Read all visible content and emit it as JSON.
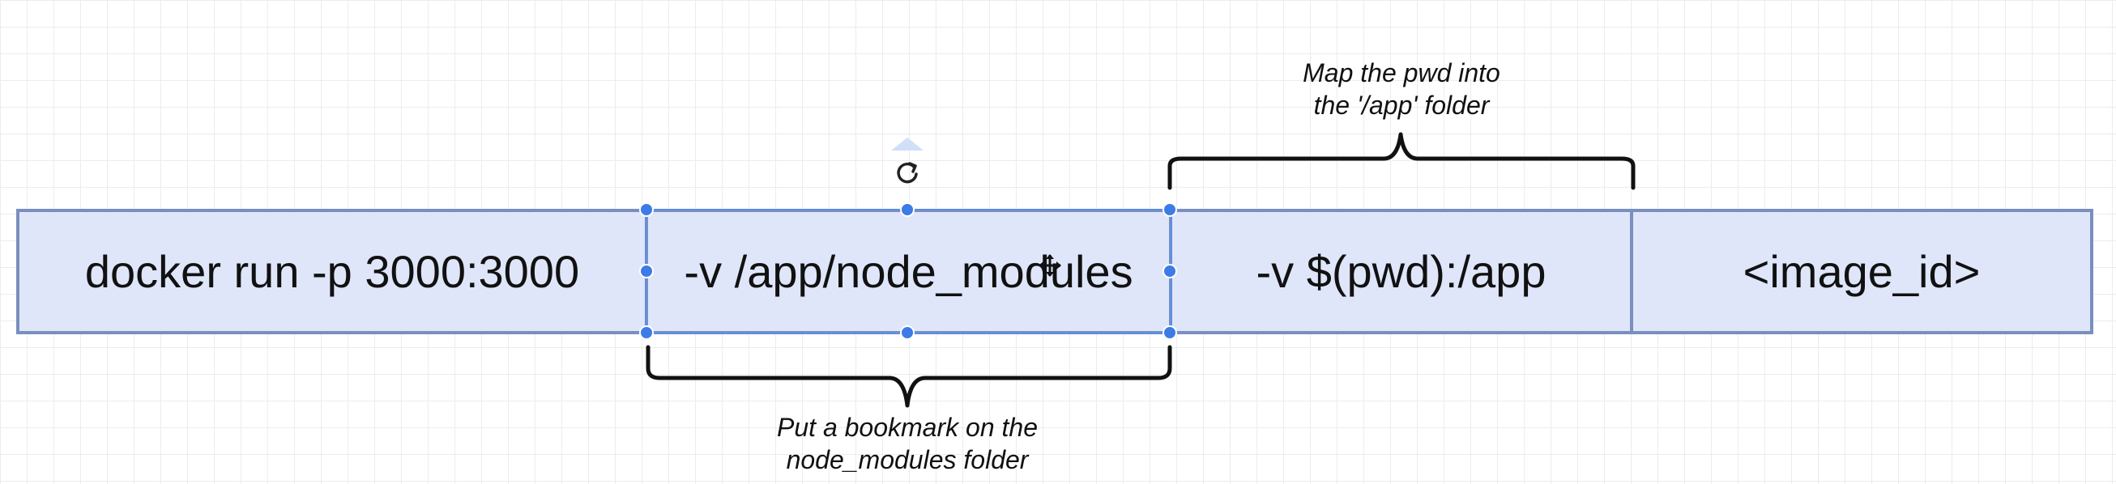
{
  "command": {
    "segments": [
      {
        "text": "docker run -p 3000:3000"
      },
      {
        "text": "-v /app/node_modules"
      },
      {
        "text": "-v $(pwd):/app"
      },
      {
        "text": "<image_id>"
      }
    ]
  },
  "annotations": {
    "top": {
      "line1": "Map the pwd into",
      "line2": "the '/app' folder"
    },
    "bottom": {
      "line1": "Put a bookmark on the",
      "line2": "node_modules folder"
    }
  },
  "colors": {
    "box_fill": "#dfe6fa",
    "box_border": "#7a8fbf",
    "selection_handle": "#3d7be6",
    "grid": "#ececec"
  },
  "icons": {
    "rotate": "rotate-icon",
    "move_cursor": "move-cursor-icon",
    "up_arrow": "up-arrow-icon"
  }
}
